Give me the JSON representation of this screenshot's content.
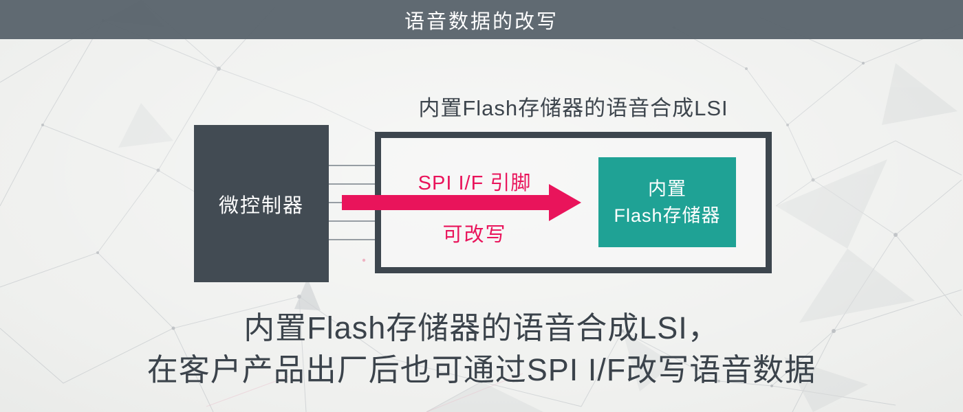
{
  "header": {
    "title": "语音数据的改写"
  },
  "diagram": {
    "lsi_caption": "内置Flash存储器的语音合成LSI",
    "mcu_label": "微控制器",
    "flash_box": {
      "line1": "内置",
      "line2": "Flash存储器"
    },
    "arrow": {
      "label_top": "SPI I/F 引脚",
      "label_bottom": "可改写"
    },
    "pin_line_count": "5"
  },
  "caption": {
    "line1": "内置Flash存储器的语音合成LSI，",
    "line2": "在客户产品出厂后也可通过SPI I/F改写语音数据"
  },
  "colors": {
    "header_bg": "#5d666e",
    "dark_box": "#424b53",
    "lsi_border": "#3d464e",
    "flash_teal": "#1fa295",
    "accent_red": "#e9145b",
    "text_dark": "#3b434b",
    "background": "#eff0ee",
    "pin_line": "#969da3"
  }
}
